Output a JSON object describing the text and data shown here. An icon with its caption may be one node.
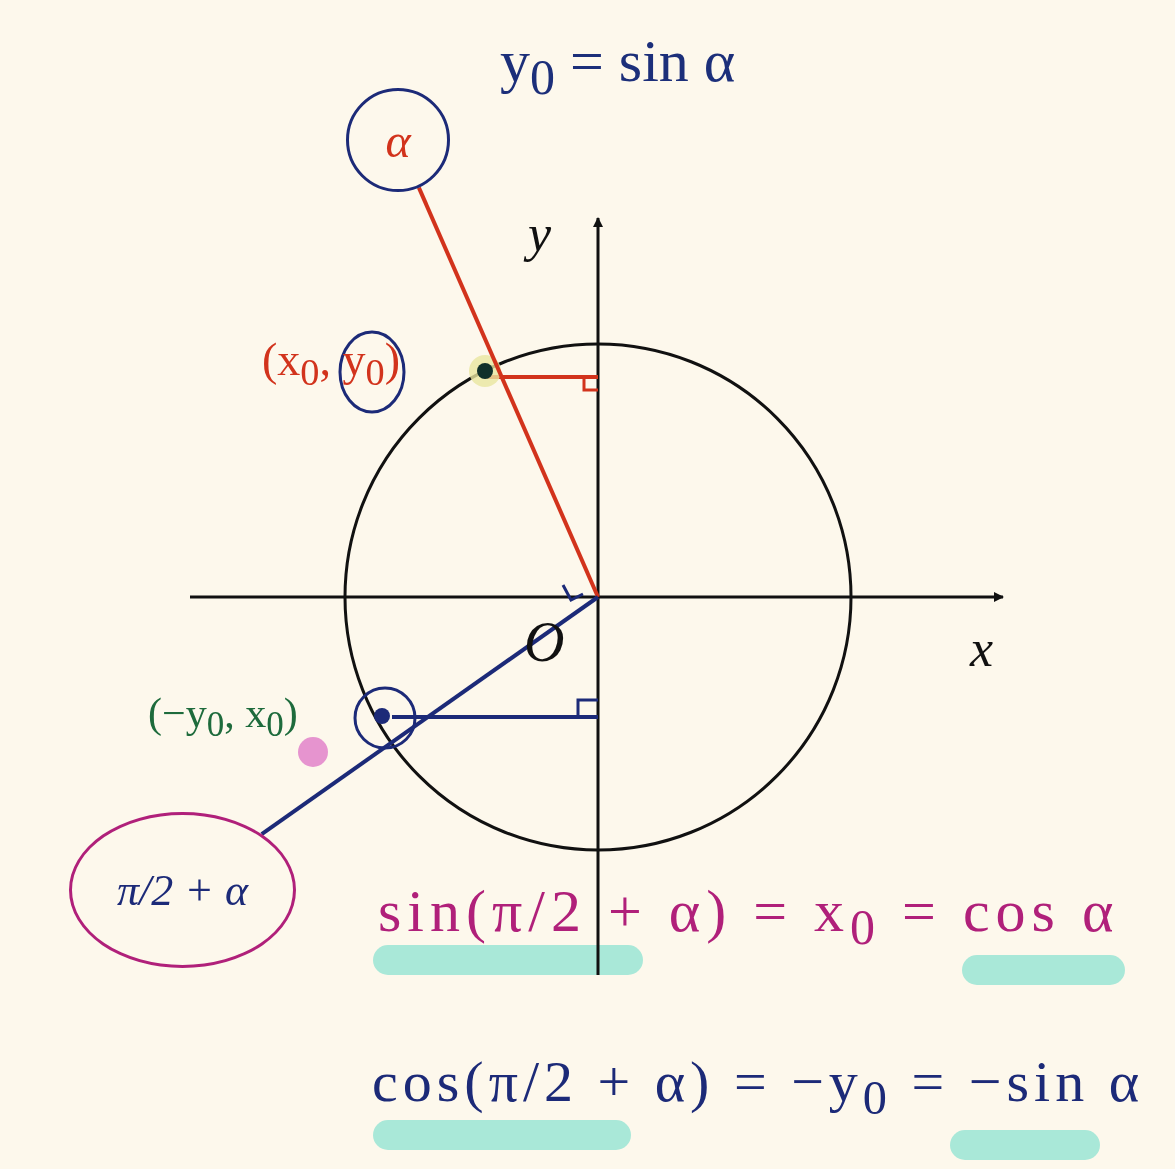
{
  "diagram": {
    "nodes": [
      {
        "text": [
          "α"
        ]
      },
      {
        "text": [
          "π/2 + α"
        ]
      }
    ],
    "edges": [
      {
        "from": 0,
        "to": null,
        "arrow": "none",
        "color": "#d2331c"
      },
      {
        "from": 1,
        "to": null,
        "arrow": "none",
        "color": "#1c2a78"
      }
    ],
    "labels": [
      "y$_{0}$ = sin α",
      "y",
      "(x$_{0}$, y$_{0}$)",
      "x",
      "O",
      "(−y$_{0}$, x$_{0}$)",
      "sin(π/2 + α) = x$_{0}$ = cos α",
      "cos(π/2 + α) = −y$_{0}$ = −sin α"
    ]
  }
}
